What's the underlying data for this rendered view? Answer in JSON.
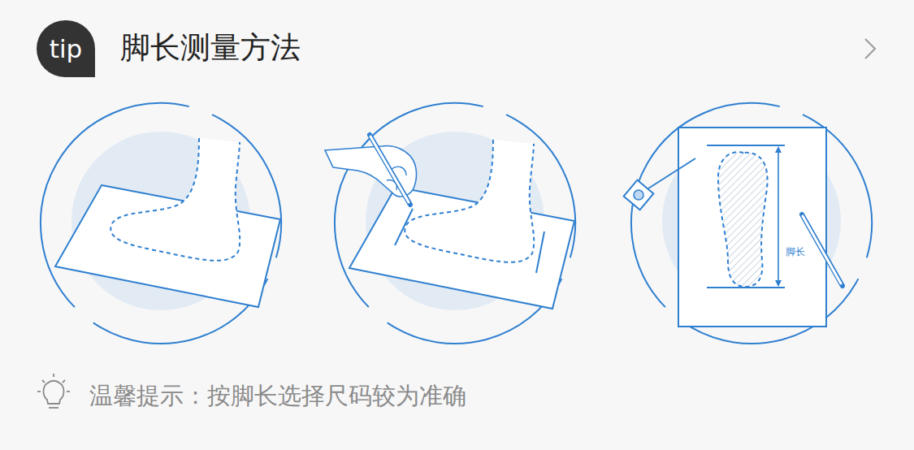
{
  "diagram": {
    "title": "脚长测量方法",
    "caption": "温馨提示：按脚长选择尺码较为准确",
    "nodes": [
      {
        "text": [
          "tip"
        ]
      }
    ],
    "labels": [
      "脚长"
    ]
  }
}
